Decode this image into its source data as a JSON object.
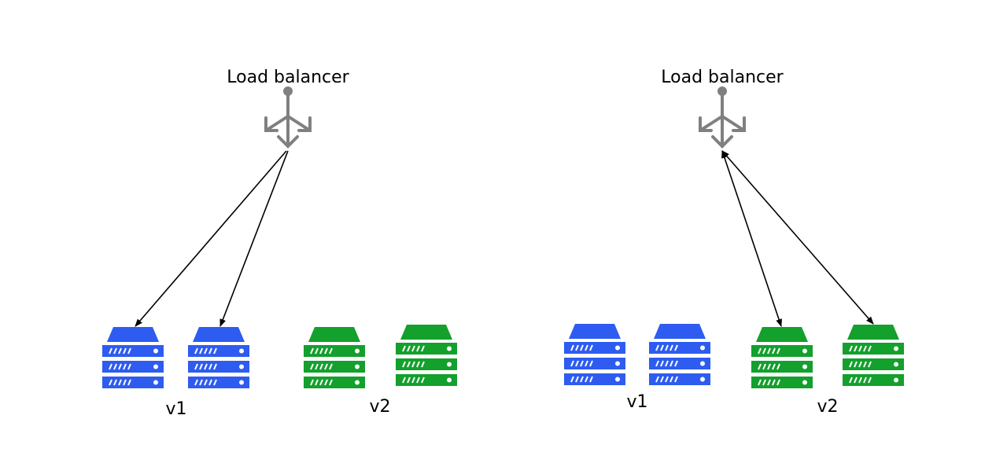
{
  "colors": {
    "v1": "#2e5cf0",
    "v2": "#13a02c",
    "balancer": "#808080",
    "arrow": "#000000"
  },
  "panels": [
    {
      "balancer": {
        "label": "Load balancer",
        "icon": "load-balancer-icon"
      },
      "groups": [
        {
          "label": "v1",
          "color_key": "v1",
          "servers": 2,
          "receives_traffic": true
        },
        {
          "label": "v2",
          "color_key": "v2",
          "servers": 2,
          "receives_traffic": false
        }
      ]
    },
    {
      "balancer": {
        "label": "Load balancer",
        "icon": "load-balancer-icon"
      },
      "groups": [
        {
          "label": "v1",
          "color_key": "v1",
          "servers": 2,
          "receives_traffic": false
        },
        {
          "label": "v2",
          "color_key": "v2",
          "servers": 2,
          "receives_traffic": true
        }
      ]
    }
  ]
}
